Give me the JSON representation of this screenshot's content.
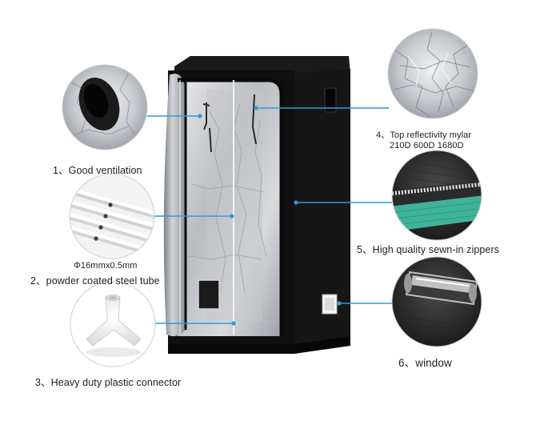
{
  "features": [
    {
      "id": "ventilation",
      "number": "1、",
      "text": "Good ventilation"
    },
    {
      "id": "steel-tube",
      "number": "2、",
      "text": "powder coated steel tube",
      "spec": "Φ16mmx0.5mm"
    },
    {
      "id": "connector",
      "number": "3、",
      "text": "Heavy duty plastic connector"
    },
    {
      "id": "mylar",
      "number": "4、",
      "text": "Top reflectivity mylar",
      "sub": "210D 600D 1680D"
    },
    {
      "id": "zippers",
      "number": "5、",
      "text": "High quality sewn-in zippers"
    },
    {
      "id": "window",
      "number": "6、",
      "text": "window"
    }
  ],
  "colors": {
    "background": "#ffffff",
    "tent_fabric": "#111111",
    "mylar": "#c9ccd0",
    "callout_line": "#2f9bd6",
    "zipper_teal": "#3fb39a"
  }
}
